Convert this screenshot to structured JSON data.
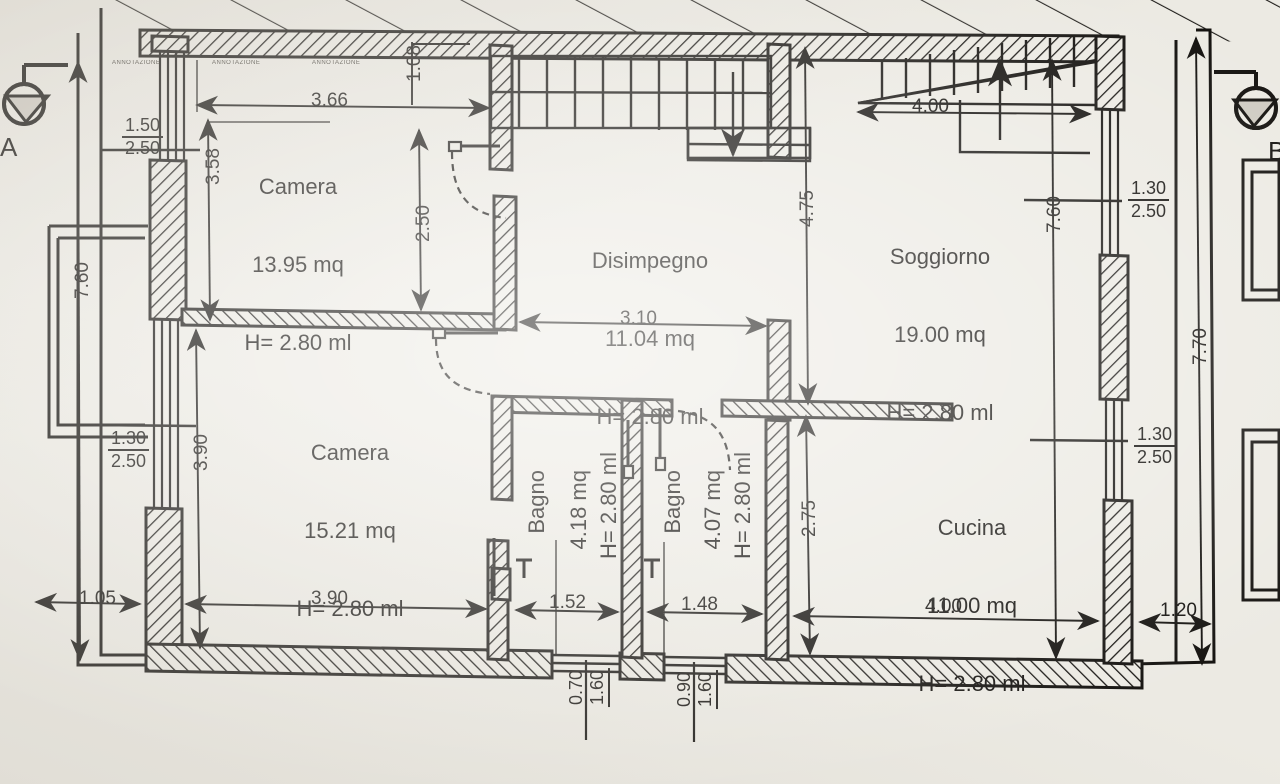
{
  "drawing": {
    "type": "architectural-floor-plan",
    "title_text": "",
    "units_note": "mq = square meters, ml = linear meters (height)",
    "paper_color": "#eceae3",
    "ink_color": "#14120f"
  },
  "rooms": [
    {
      "id": "camera-1",
      "name": "Camera",
      "area": "13.95 mq",
      "height": "H= 2.80 ml"
    },
    {
      "id": "camera-2",
      "name": "Camera",
      "area": "15.21 mq",
      "height": "H= 2.80 ml"
    },
    {
      "id": "disimpegno",
      "name": "Disimpegno",
      "area": "11.04 mq",
      "height": "H= 2.80 ml"
    },
    {
      "id": "soggiorno",
      "name": "Soggiorno",
      "area": "19.00 mq",
      "height": "H= 2.80 ml"
    },
    {
      "id": "cucina",
      "name": "Cucina",
      "area": "11.00 mq",
      "height": "H= 2.80 ml"
    },
    {
      "id": "bagno-1",
      "name": "Bagno",
      "area": "4.18 mq",
      "height": "H= 2.80 ml"
    },
    {
      "id": "bagno-2",
      "name": "Bagno",
      "area": "4.07 mq",
      "height": "H= 2.80 ml"
    }
  ],
  "dimensions": {
    "top": {
      "camera1_width": "3.66",
      "door_width_1_08": "1.08",
      "stair_run_right": "4.00"
    },
    "left": {
      "overall_7_60": "7.60",
      "camera1_depth_3_58": "3.58",
      "camera2_depth_3_90": "3.90",
      "offset_1_05": "1.05"
    },
    "middle": {
      "door_2_50": "2.50",
      "disimpegno_width_3_10": "3.10",
      "vert_4_75": "4.75",
      "vert_2_75": "2.75"
    },
    "right": {
      "soggiorno_depth_7_60": "7.60",
      "overall_7_70": "7.70",
      "cucina_width_4_00": "4.00",
      "balcony_1_20": "1.20"
    },
    "bottom": {
      "camera2_width_3_90": "3.90",
      "bagno1_width_1_52": "1.52",
      "bagno2_width_1_48": "1.48",
      "cucina_width_4_00": "4.00"
    }
  },
  "openings": [
    {
      "id": "win-top-left",
      "width": "1.50",
      "height": "2.50",
      "orientation": "vertical-stack"
    },
    {
      "id": "win-left-lower",
      "width": "1.30",
      "height": "2.50",
      "orientation": "vertical-stack"
    },
    {
      "id": "win-right-upper",
      "width": "1.30",
      "height": "2.50",
      "orientation": "vertical-stack"
    },
    {
      "id": "win-right-lower",
      "width": "1.30",
      "height": "2.50",
      "orientation": "vertical-stack"
    },
    {
      "id": "win-bagno-1",
      "width": "0.70",
      "height": "1.60",
      "orientation": "rotated"
    },
    {
      "id": "win-bagno-2",
      "width": "0.90",
      "height": "1.60",
      "orientation": "rotated"
    }
  ],
  "section_markers": [
    {
      "id": "section-a",
      "letter": "A",
      "position": "left"
    },
    {
      "id": "section-b",
      "letter": "B",
      "position": "right"
    }
  ],
  "annotations": {
    "top_note_1": "ANNOTAZIONE",
    "top_note_2": "ANNOTAZIONE",
    "top_note_3": "ANNOTAZIONE"
  }
}
